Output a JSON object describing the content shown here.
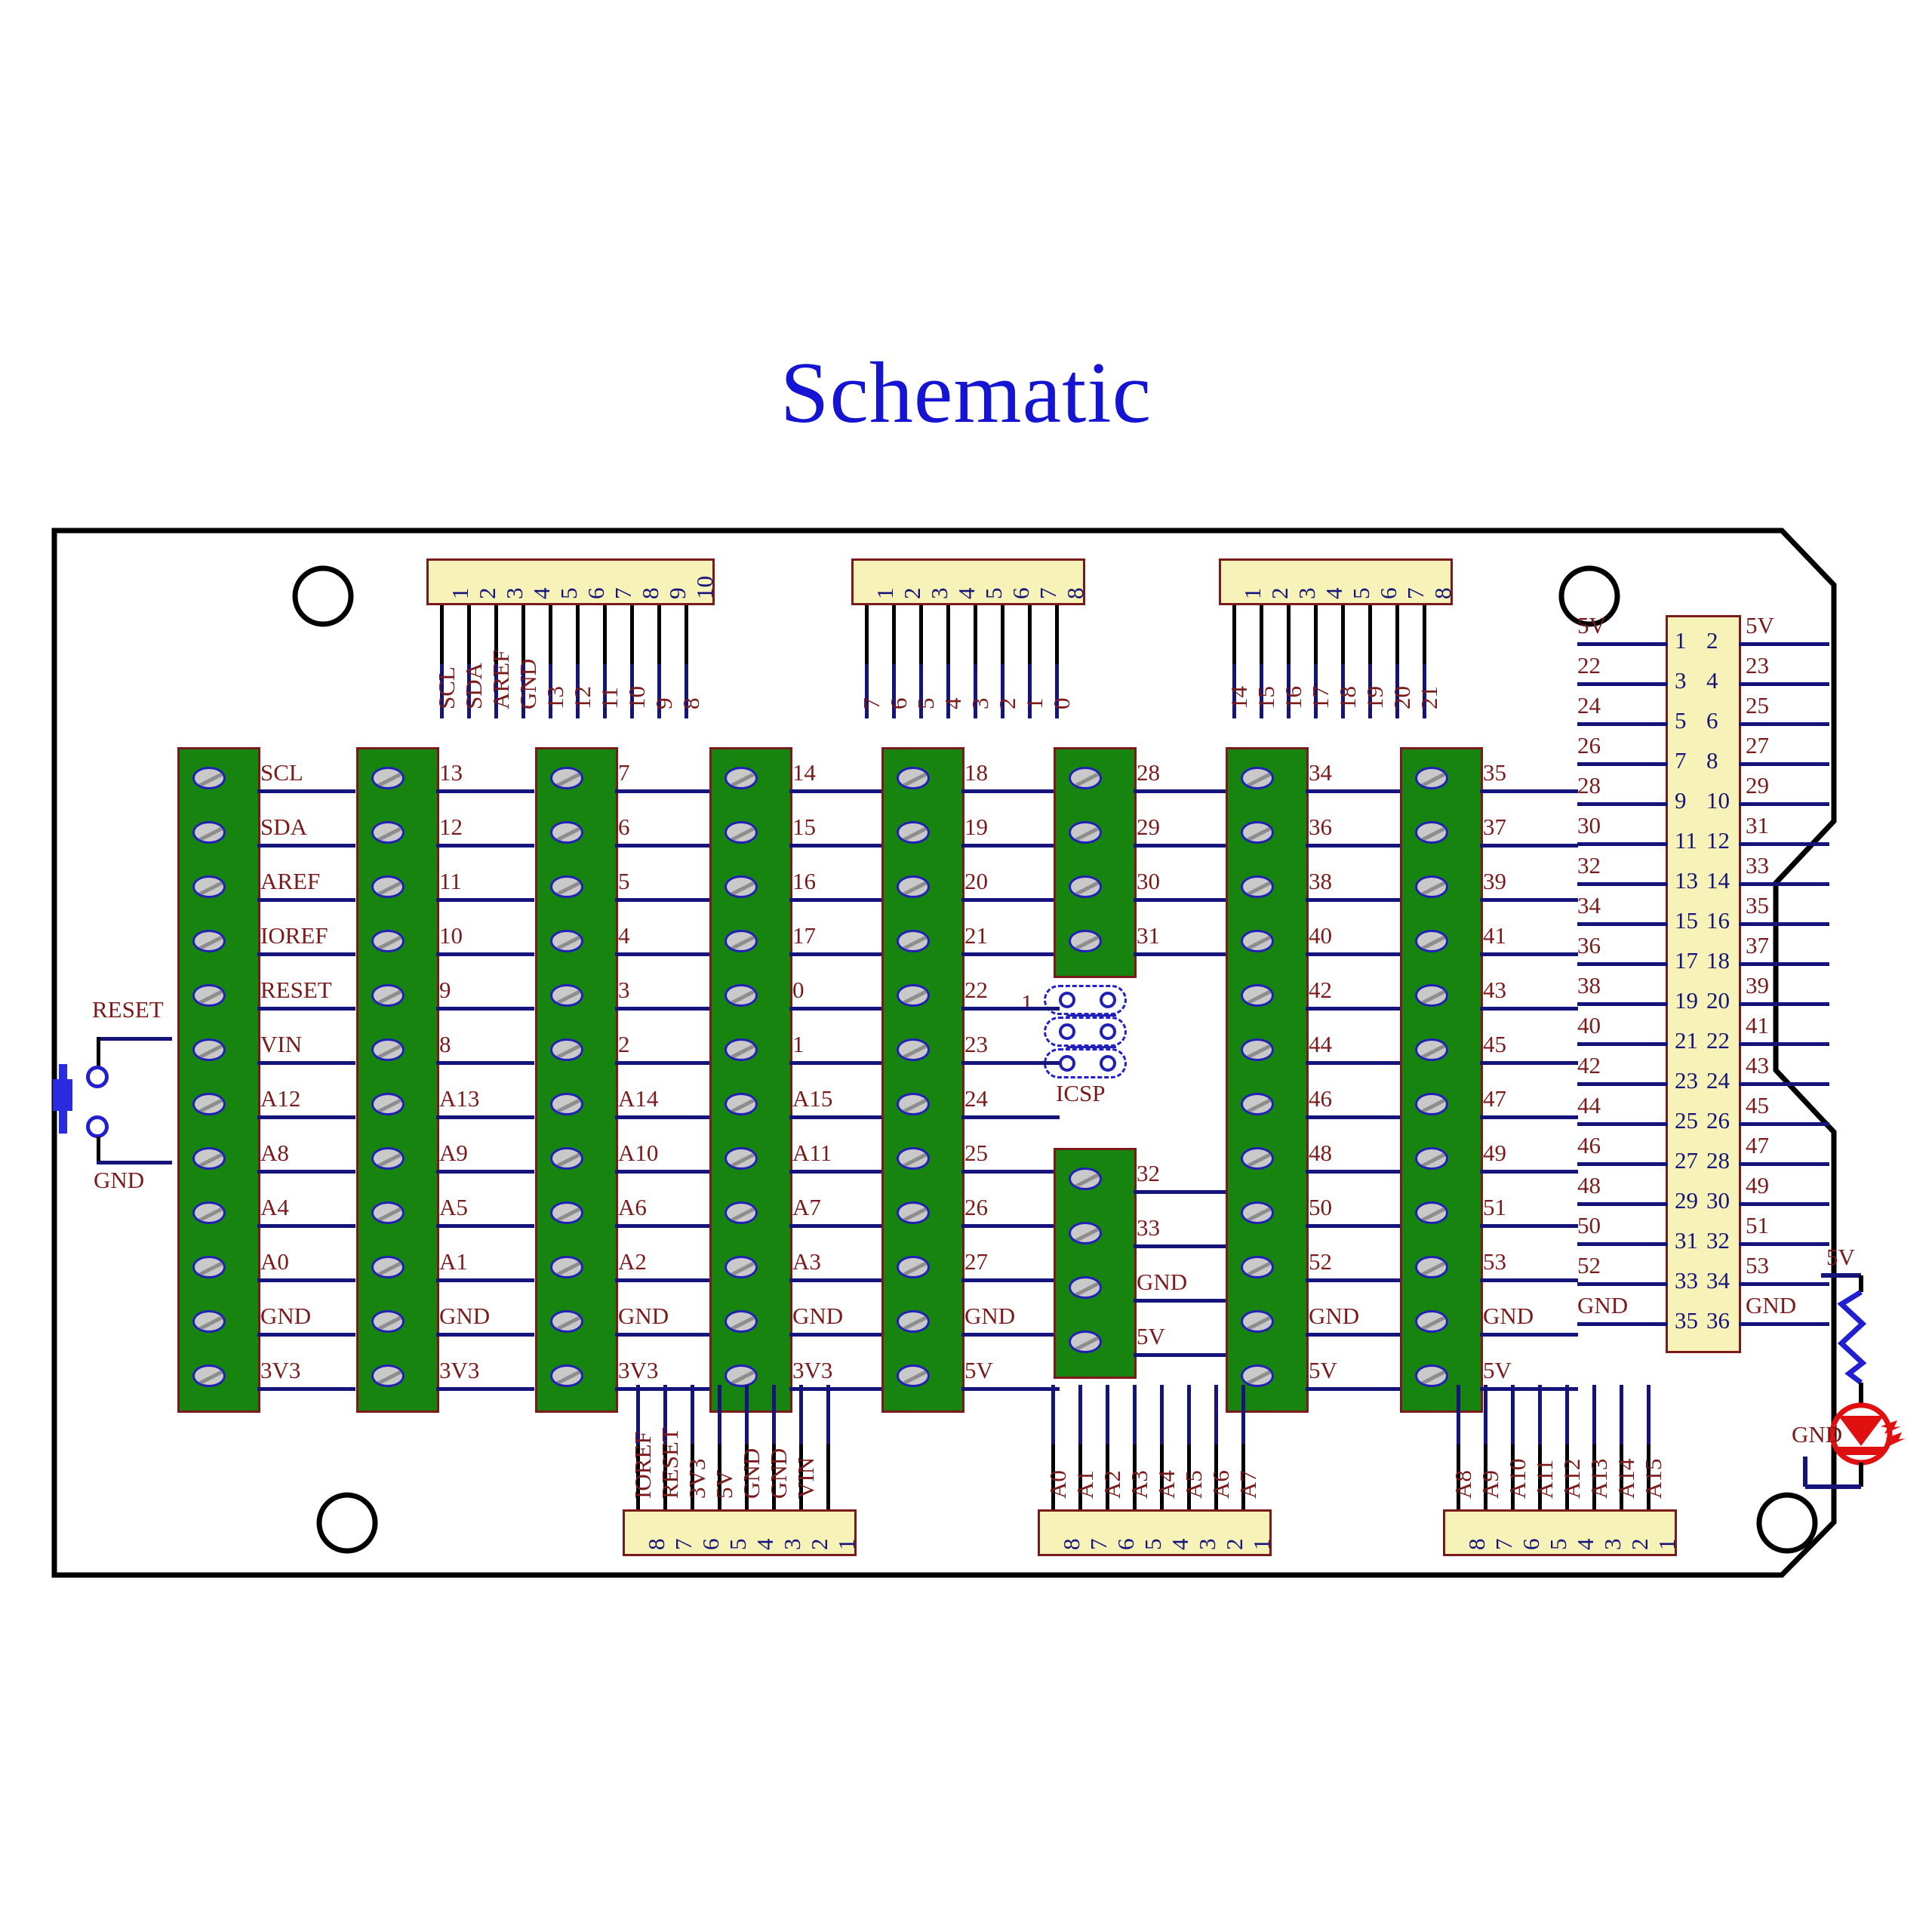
{
  "title": "Schematic",
  "colors": {
    "title": "#1414d2",
    "terminal_block": "#16840f",
    "header_fill": "#f7f3b8",
    "label_text": "#7b1a1a",
    "pin_number": "#14147a",
    "wire": "#14147a",
    "led": "#e01010",
    "outline": "#000000"
  },
  "board": {
    "mounting_holes": 4,
    "outline_shape": "rectangle-with-chamfered-right-corners"
  },
  "top_headers": [
    {
      "name": "header-10pin-digital-high",
      "pin_numbers": [
        "1",
        "2",
        "3",
        "4",
        "5",
        "6",
        "7",
        "8",
        "9",
        "10"
      ],
      "signals": [
        "SCL",
        "SDA",
        "AREF",
        "GND",
        "13",
        "12",
        "11",
        "10",
        "9",
        "8"
      ]
    },
    {
      "name": "header-8pin-digital-low",
      "pin_numbers": [
        "1",
        "2",
        "3",
        "4",
        "5",
        "6",
        "7",
        "8"
      ],
      "signals": [
        "7",
        "6",
        "5",
        "4",
        "3",
        "2",
        "1",
        "0"
      ]
    },
    {
      "name": "header-8pin-digital-14-21",
      "pin_numbers": [
        "1",
        "2",
        "3",
        "4",
        "5",
        "6",
        "7",
        "8"
      ],
      "signals": [
        "14",
        "15",
        "16",
        "17",
        "18",
        "19",
        "20",
        "21"
      ]
    }
  ],
  "terminal_blocks": [
    {
      "name": "terminal-block-1",
      "signals": [
        "SCL",
        "SDA",
        "AREF",
        "IOREF",
        "RESET",
        "VIN",
        "A12",
        "A8",
        "A4",
        "A0",
        "GND",
        "3V3"
      ]
    },
    {
      "name": "terminal-block-2",
      "signals": [
        "13",
        "12",
        "11",
        "10",
        "9",
        "8",
        "A13",
        "A9",
        "A5",
        "A1",
        "GND",
        "3V3"
      ]
    },
    {
      "name": "terminal-block-3",
      "signals": [
        "7",
        "6",
        "5",
        "4",
        "3",
        "2",
        "A14",
        "A10",
        "A6",
        "A2",
        "GND",
        "3V3"
      ]
    },
    {
      "name": "terminal-block-4",
      "signals": [
        "14",
        "15",
        "16",
        "17",
        "0",
        "1",
        "A15",
        "A11",
        "A7",
        "A3",
        "GND",
        "3V3"
      ]
    },
    {
      "name": "terminal-block-5",
      "signals": [
        "18",
        "19",
        "20",
        "21",
        "22",
        "23",
        "24",
        "25",
        "26",
        "27",
        "GND",
        "5V"
      ]
    },
    {
      "name": "terminal-block-6-top",
      "signals": [
        "28",
        "29",
        "30",
        "31"
      ]
    },
    {
      "name": "terminal-block-6-bottom",
      "signals": [
        "32",
        "33",
        "GND",
        "5V"
      ]
    },
    {
      "name": "terminal-block-7",
      "signals": [
        "34",
        "36",
        "38",
        "40",
        "42",
        "44",
        "46",
        "48",
        "50",
        "52",
        "GND",
        "5V"
      ]
    },
    {
      "name": "terminal-block-8",
      "signals": [
        "35",
        "37",
        "39",
        "41",
        "43",
        "45",
        "47",
        "49",
        "51",
        "53",
        "GND",
        "5V"
      ]
    }
  ],
  "icsp": {
    "label": "ICSP",
    "pin1": "1",
    "rows": 3,
    "cols": 2
  },
  "reset_switch": {
    "top_label": "RESET",
    "bottom_label": "GND"
  },
  "idc_connector": {
    "name": "idc-36pin",
    "left_pin_numbers": [
      "1",
      "3",
      "5",
      "7",
      "9",
      "11",
      "13",
      "15",
      "17",
      "19",
      "21",
      "23",
      "25",
      "27",
      "29",
      "31",
      "33",
      "35"
    ],
    "right_pin_numbers": [
      "2",
      "4",
      "6",
      "8",
      "10",
      "12",
      "14",
      "16",
      "18",
      "20",
      "22",
      "24",
      "26",
      "28",
      "30",
      "32",
      "34",
      "36"
    ],
    "left_signals": [
      "5V",
      "22",
      "24",
      "26",
      "28",
      "30",
      "32",
      "34",
      "36",
      "38",
      "40",
      "42",
      "44",
      "46",
      "48",
      "50",
      "52",
      "GND"
    ],
    "right_signals": [
      "5V",
      "23",
      "25",
      "27",
      "29",
      "31",
      "33",
      "35",
      "37",
      "39",
      "41",
      "43",
      "45",
      "47",
      "49",
      "51",
      "53",
      "GND"
    ]
  },
  "led_circuit": {
    "supply_label": "5V",
    "ground_label": "GND",
    "component": "led-with-series-resistor"
  },
  "bottom_headers": [
    {
      "name": "header-power-8pin",
      "pin_numbers": [
        "8",
        "7",
        "6",
        "5",
        "4",
        "3",
        "2",
        "1"
      ],
      "signals": [
        "IOREF",
        "RESET",
        "3V3",
        "5V",
        "GND",
        "GND",
        "VIN",
        ""
      ]
    },
    {
      "name": "header-analog-a0-a7",
      "pin_numbers": [
        "8",
        "7",
        "6",
        "5",
        "4",
        "3",
        "2",
        "1"
      ],
      "signals": [
        "A0",
        "A1",
        "A2",
        "A3",
        "A4",
        "A5",
        "A6",
        "A7"
      ]
    },
    {
      "name": "header-analog-a8-a15",
      "pin_numbers": [
        "8",
        "7",
        "6",
        "5",
        "4",
        "3",
        "2",
        "1"
      ],
      "signals": [
        "A8",
        "A9",
        "A10",
        "A11",
        "A12",
        "A13",
        "A14",
        "A15"
      ]
    }
  ]
}
